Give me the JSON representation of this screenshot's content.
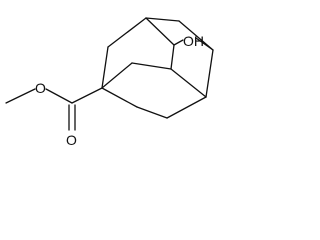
{
  "molecule": {
    "atoms": {
      "ester_oxygen": "O",
      "carbonyl_oxygen": "O",
      "hydroxyl": "OH"
    }
  }
}
